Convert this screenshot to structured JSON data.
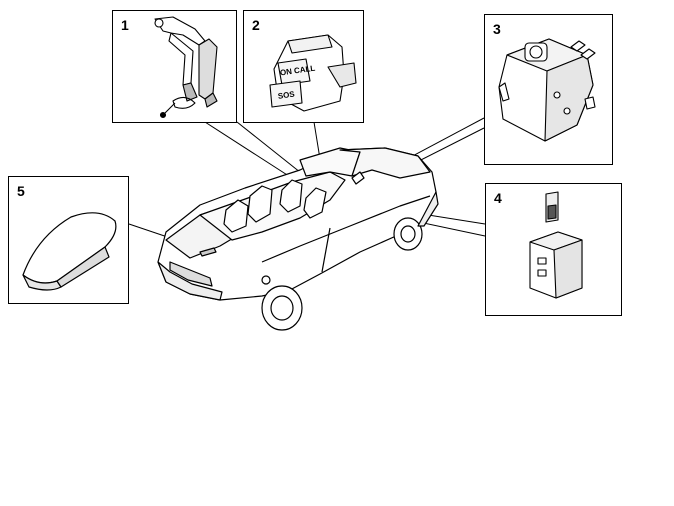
{
  "callouts": [
    {
      "id": "1",
      "label": "1"
    },
    {
      "id": "2",
      "label": "2"
    },
    {
      "id": "3",
      "label": "3"
    },
    {
      "id": "4",
      "label": "4"
    },
    {
      "id": "5",
      "label": "5"
    }
  ],
  "switch_panel": {
    "on_call_label": "ON CALL",
    "sos_label": "SOS"
  }
}
